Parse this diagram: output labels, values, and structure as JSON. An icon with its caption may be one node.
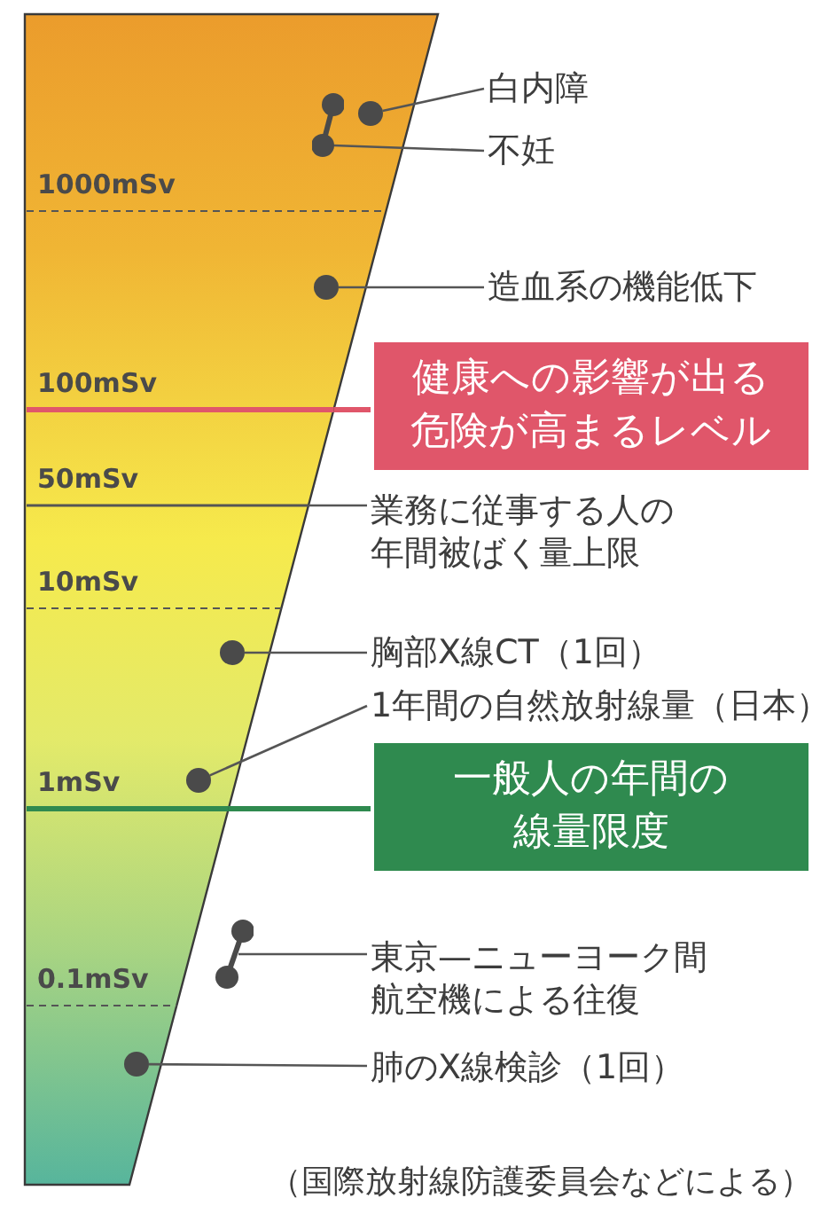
{
  "diagram": {
    "caption": "（国際放射線防護委員会などによる）",
    "nodes": [
      {
        "text": [],
        "shape": "circle"
      },
      {
        "text": [
          "白内障"
        ]
      },
      {
        "text": [],
        "shape": "bar"
      },
      {
        "text": [
          "不妊"
        ]
      },
      {
        "text": [],
        "shape": "circle"
      },
      {
        "text": [
          "造血系の機能低下"
        ]
      },
      {
        "text": [
          "健康への影響が出る危険が高まるレベル"
        ]
      },
      {
        "text": [
          "業務に従事する人の年間被ばく量上限"
        ]
      },
      {
        "text": [],
        "shape": "circle"
      },
      {
        "text": [
          "胸部X線CT（1回）"
        ]
      },
      {
        "text": [],
        "shape": "circle"
      },
      {
        "text": [
          "1年間の自然放射線量（日本）"
        ]
      },
      {
        "text": [
          "一般人の年間の線量限度"
        ]
      },
      {
        "text": [],
        "shape": "bar"
      },
      {
        "text": [
          "東京—ニューヨーク間航空機による往復"
        ]
      },
      {
        "text": [],
        "shape": "circle"
      },
      {
        "text": [
          "肺のX線検診（1回）"
        ]
      }
    ],
    "edges": [
      {
        "from": 0,
        "to": 1,
        "arrow": "none"
      },
      {
        "from": 2,
        "to": 3,
        "arrow": "none"
      },
      {
        "from": 4,
        "to": 5,
        "arrow": "none"
      },
      {
        "from": null,
        "to": 6,
        "arrow": "none",
        "style": "thick",
        "color": "#e0566a"
      },
      {
        "from": null,
        "to": 7,
        "arrow": "none"
      },
      {
        "from": 8,
        "to": 9,
        "arrow": "none"
      },
      {
        "from": 10,
        "to": 11,
        "arrow": "none"
      },
      {
        "from": null,
        "to": 12,
        "arrow": "none",
        "style": "thick",
        "color": "#2f8a4f"
      },
      {
        "from": 13,
        "to": 14,
        "arrow": "none"
      },
      {
        "from": 15,
        "to": 16,
        "arrow": "none"
      }
    ],
    "labels": [
      "1000mSv",
      "100mSv",
      "50mSv",
      "10mSv",
      "1mSv",
      "0.1mSv"
    ]
  }
}
